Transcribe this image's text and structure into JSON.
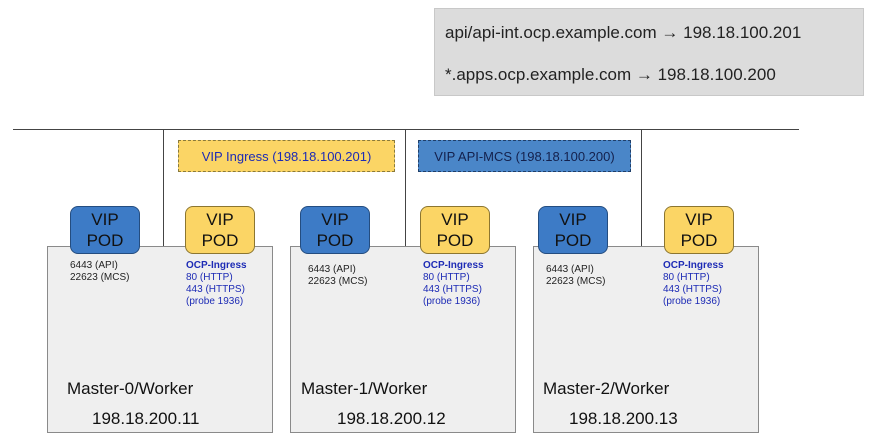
{
  "dns": {
    "line1": "api/api-int.ocp.example.com → 198.18.100.201",
    "line2": "*.apps.ocp.example.com → 198.18.100.200"
  },
  "vip_ingress": "VIP Ingress (198.18.100.201)",
  "vip_api": "VIP API-MCS (198.18.100.200)",
  "nodes": [
    {
      "name": "Master-0/Worker",
      "ip": "198.18.200.11",
      "api_pod": [
        "VIP",
        "POD"
      ],
      "ingress_pod": [
        "VIP",
        "POD"
      ],
      "api_ports": [
        "6443 (API)",
        "22623 (MCS)"
      ],
      "ingress_title": "OCP-Ingress",
      "ingress_ports": [
        "80 (HTTP)",
        "443 (HTTPS)",
        "(probe 1936)"
      ]
    },
    {
      "name": "Master-1/Worker",
      "ip": "198.18.200.12",
      "api_pod": [
        "VIP",
        "POD"
      ],
      "ingress_pod": [
        "VIP",
        "POD"
      ],
      "api_ports": [
        "6443 (API)",
        "22623 (MCS)"
      ],
      "ingress_title": "OCP-Ingress",
      "ingress_ports": [
        "80 (HTTP)",
        "443 (HTTPS)",
        "(probe 1936)"
      ]
    },
    {
      "name": "Master-2/Worker",
      "ip": "198.18.200.13",
      "api_pod": [
        "VIP",
        "POD"
      ],
      "ingress_pod": [
        "VIP",
        "POD"
      ],
      "api_ports": [
        "6443 (API)",
        "22623 (MCS)"
      ],
      "ingress_title": "OCP-Ingress",
      "ingress_ports": [
        "80 (HTTP)",
        "443 (HTTPS)",
        "(probe 1936)"
      ]
    }
  ]
}
